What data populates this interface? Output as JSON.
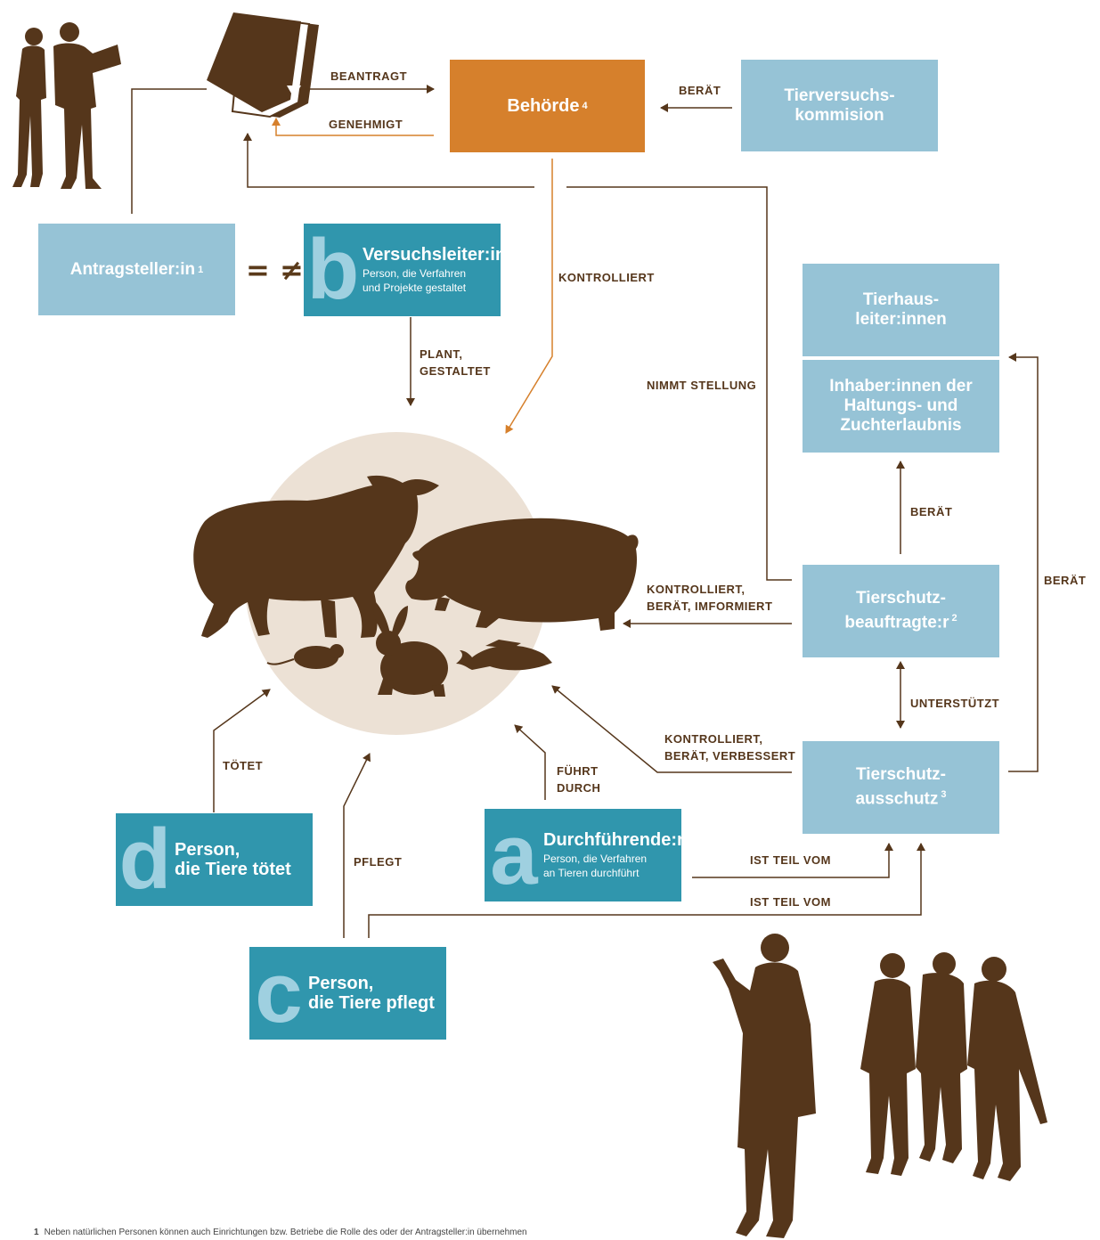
{
  "boxes": {
    "behoerde": {
      "label": "Behörde",
      "sup": "4"
    },
    "kommission": {
      "label": "Tierversuchs-\nkommision"
    },
    "antragsteller": {
      "label": "Antragsteller:in",
      "sup": "1"
    },
    "equality_symbols": "= ≠",
    "versuchsleiter": {
      "letter": "b",
      "title": "Versuchsleiter:in",
      "desc": "Person, die Verfahren\nund Projekte gestaltet"
    },
    "tierhausleiter": {
      "label": "Tierhaus-\nleiter:innen"
    },
    "inhaber": {
      "label": "Inhaber:innen der\nHaltungs- und\nZuchterlaubnis"
    },
    "beauftragte": {
      "label": "Tierschutz-\nbeauftragte:r",
      "sup": "2"
    },
    "ausschuss": {
      "label": "Tierschutz-\nausschutz",
      "sup": "3"
    },
    "durchfuehrende": {
      "letter": "a",
      "title": "Durchführende:r",
      "desc": "Person, die Verfahren\nan Tieren durchführt"
    },
    "toetet": {
      "letter": "d",
      "title": "Person,\ndie Tiere tötet"
    },
    "pflegt": {
      "letter": "c",
      "title": "Person,\ndie Tiere pflegt"
    }
  },
  "labels": {
    "beantragt": "BEANTRAGT",
    "genehmigt": "GENEHMIGT",
    "beraet_kommission": "BERÄT",
    "kontrolliert_behoerde": "KONTROLLIERT",
    "plant": "PLANT,\nGESTALTET",
    "nimmt_stellung": "NIMMT STELLUNG",
    "beraet_inhaber": "BERÄT",
    "beraet_ausschuss": "BERÄT",
    "kontrolliert_beauftragte": "KONTROLLIERT,\nBERÄT, IMFORMIERT",
    "unterstuetzt": "UNTERSTÜTZT",
    "kontrolliert_ausschuss": "KONTROLLIERT,\nBERÄT, VERBESSERT",
    "fuehrt_durch": "FÜHRT\nDURCH",
    "toetet": "TÖTET",
    "pflegt": "PFLEGT",
    "ist_teil_1": "IST TEIL VOM",
    "ist_teil_2": "IST TEIL VOM"
  },
  "footnote": {
    "mark": "1",
    "text": "Neben natürlichen Personen können auch Einrichtungen bzw. Betriebe die Rolle des oder der Antragsteller:in übernehmen"
  },
  "colors": {
    "brown": "#55361b",
    "orange": "#d6802c",
    "light_blue": "#96c3d6",
    "dark_blue": "#3096ad",
    "circle": "#ece1d5"
  }
}
